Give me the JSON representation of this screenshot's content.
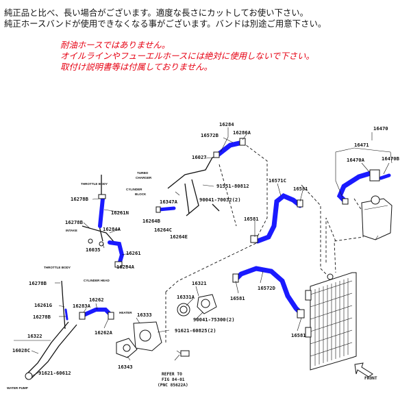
{
  "notes": {
    "line1": "純正品と比べ、長い場合がございます。適度な長さにカットしてお使い下さい。",
    "line2": "純正ホースバンドが使用できなくなる事がございます。バンドは別途ご用意下さい。"
  },
  "warnings": {
    "line1": "耐油ホースではありません。",
    "line2": "オイルラインやフューエルホースには絶対に使用しないで下さい。",
    "line3": "取付け説明書等は付属しておりません。"
  },
  "colors": {
    "hose": "#1a1aff",
    "warning": "#e60012",
    "line": "#111111"
  },
  "parts": {
    "p16284": "16284",
    "p16572B": "16572B",
    "p16286A": "16286A",
    "p16027": "16027",
    "p91551": "91551-80812",
    "p90041a": "90041-70032(2)",
    "p16347A": "16347A",
    "p16264B": "16264B",
    "p16264C": "16264C",
    "p16264E": "16264E",
    "p16571C": "16571C",
    "p16581a": "16581",
    "p16581b": "16581",
    "p16581c": "16581",
    "p16581d": "16581",
    "p16470": "16470",
    "p16471": "16471",
    "p16470A": "16470A",
    "p16470B": "16470B",
    "p16278Ba": "16278B",
    "p16261N": "16261N",
    "p16278Bb": "16278B",
    "p16284A": "16284A",
    "p16035": "16035",
    "p16261": "16261",
    "p16284Ab": "16284A",
    "p16278Bc": "16278B",
    "p16261G": "16261G",
    "p16278Bd": "16278B",
    "p16262": "16262",
    "p16283A": "16283A",
    "p16262A": "16262A",
    "p16333": "16333",
    "p16321": "16321",
    "p16331A": "16331A",
    "p16572D": "16572D",
    "p90041b": "90041-75300(2)",
    "p91621a": "91621-60825(2)",
    "p16343": "16343",
    "p16322": "16322",
    "p16028C": "16028C",
    "p91621b": "91621-60612"
  },
  "labels": {
    "turbo": "TURBO",
    "charger": "CHARGER",
    "cylinder": "CYLINDER",
    "block": "BLOCK",
    "throttle1": "THROTTLE BODY",
    "throttle2": "THROTTLE BODY",
    "intake": "INTAKE",
    "cylhead": "CYLINDER HEAD",
    "heater": "HEATER",
    "waterpump": "WATER PUMP",
    "refer1": "REFER TO",
    "refer2": "FIG 84-01",
    "refer3": "(PNC 85622A)",
    "front": "FRONT"
  }
}
